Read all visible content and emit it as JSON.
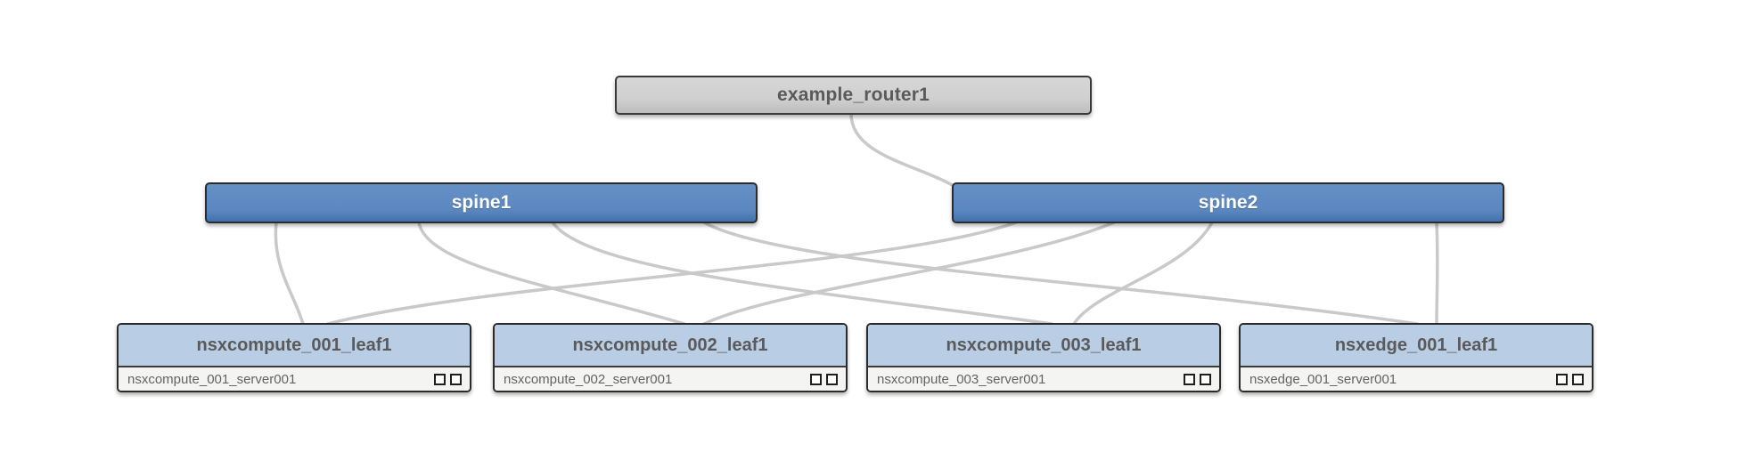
{
  "diagram": {
    "title": "network-topology",
    "background_color": "#ffffff",
    "link_color": "#c9c9c9"
  },
  "router": {
    "name": "example_router1",
    "kind": "router",
    "fill_color": "#d0d0d0",
    "text_color": "#5a5a5a"
  },
  "spines": [
    {
      "name": "spine1",
      "kind": "spine",
      "fill_color": "#5b87c0",
      "text_color": "#ffffff"
    },
    {
      "name": "spine2",
      "kind": "spine",
      "fill_color": "#5b87c0",
      "text_color": "#ffffff"
    }
  ],
  "leaves": [
    {
      "name": "nsxcompute_001_leaf1",
      "kind": "leaf",
      "header_color": "#b9cde4",
      "text_color": "#5a5a5a",
      "server": {
        "name": "nsxcompute_001_server001",
        "ports": [
          "port-icon",
          "port-icon"
        ]
      }
    },
    {
      "name": "nsxcompute_002_leaf1",
      "kind": "leaf",
      "header_color": "#b9cde4",
      "text_color": "#5a5a5a",
      "server": {
        "name": "nsxcompute_002_server001",
        "ports": [
          "port-icon",
          "port-icon"
        ]
      }
    },
    {
      "name": "nsxcompute_003_leaf1",
      "kind": "leaf",
      "header_color": "#b9cde4",
      "text_color": "#5a5a5a",
      "server": {
        "name": "nsxcompute_003_server001",
        "ports": [
          "port-icon",
          "port-icon"
        ]
      }
    },
    {
      "name": "nsxedge_001_leaf1",
      "kind": "leaf",
      "header_color": "#b9cde4",
      "text_color": "#5a5a5a",
      "server": {
        "name": "nsxedge_001_server001",
        "ports": [
          "port-icon",
          "port-icon"
        ]
      }
    }
  ],
  "links": [
    {
      "from": "example_router1",
      "to": "spine2"
    },
    {
      "from": "spine1",
      "to": "nsxcompute_001_leaf1"
    },
    {
      "from": "spine1",
      "to": "nsxcompute_002_leaf1"
    },
    {
      "from": "spine1",
      "to": "nsxcompute_003_leaf1"
    },
    {
      "from": "spine1",
      "to": "nsxedge_001_leaf1"
    },
    {
      "from": "spine2",
      "to": "nsxcompute_001_leaf1"
    },
    {
      "from": "spine2",
      "to": "nsxcompute_002_leaf1"
    },
    {
      "from": "spine2",
      "to": "nsxcompute_003_leaf1"
    },
    {
      "from": "spine2",
      "to": "nsxedge_001_leaf1"
    }
  ]
}
